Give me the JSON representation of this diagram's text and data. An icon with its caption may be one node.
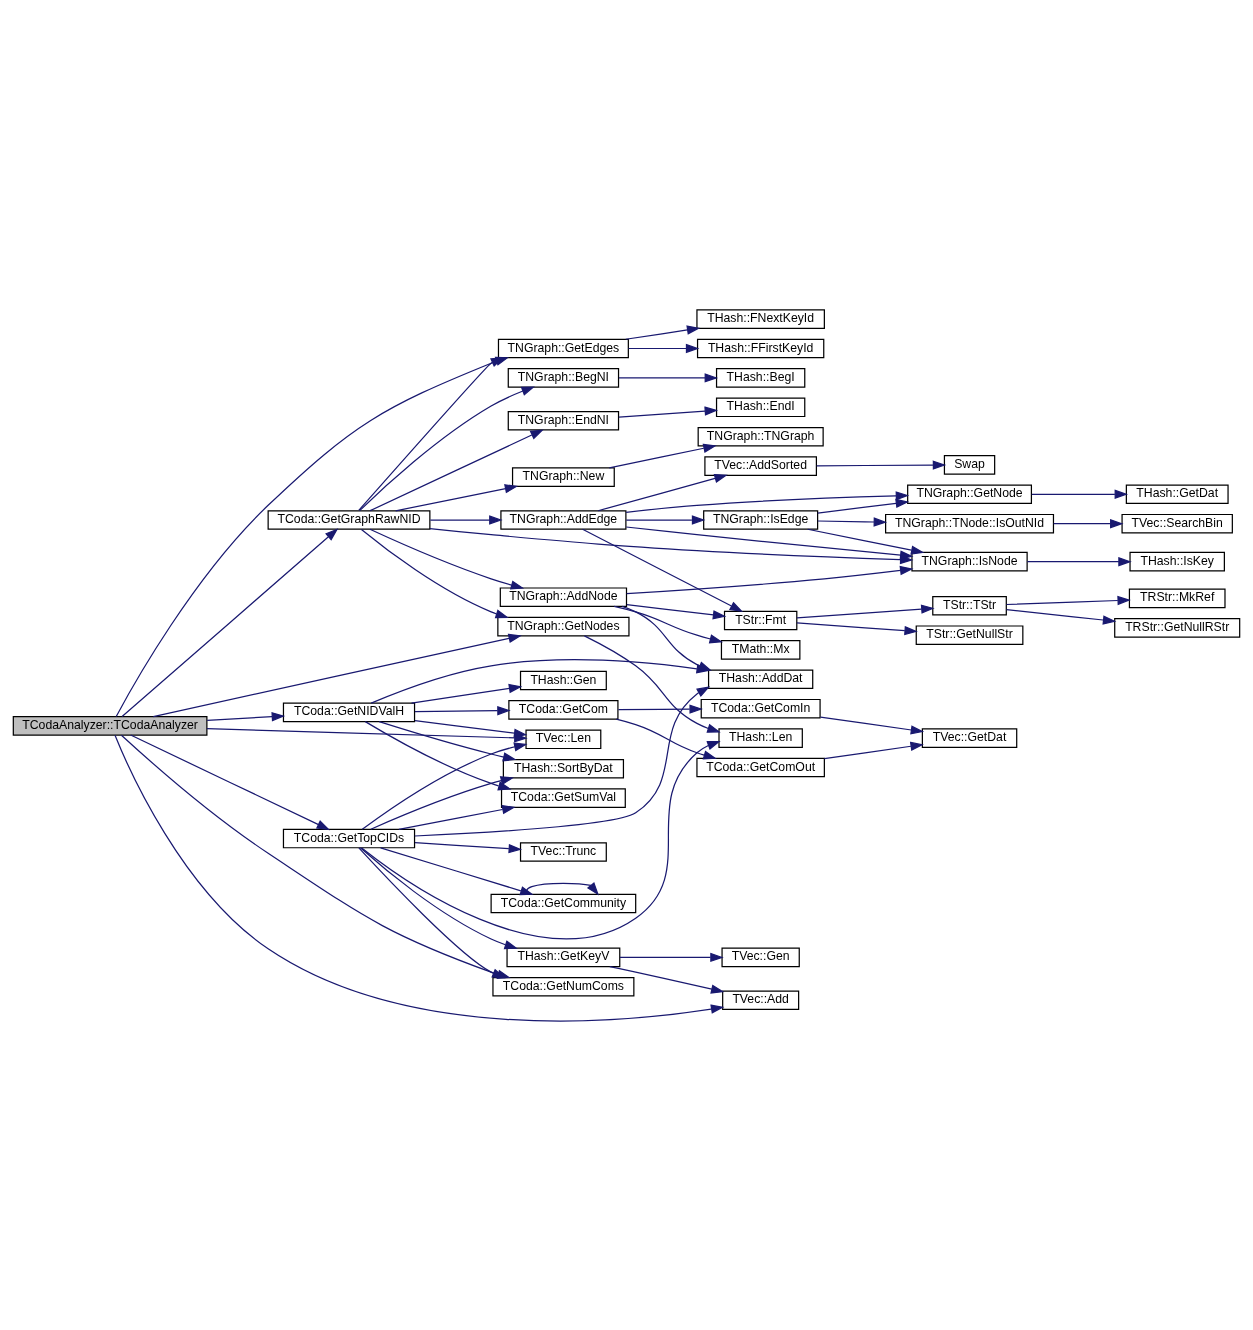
{
  "diagram": {
    "nodes": [
      {
        "text": [
          "TCodaAnalyzer::TCodaAnalyzer"
        ]
      },
      {
        "text": [
          "TCoda::GetGraphRawNID"
        ]
      },
      {
        "text": [
          "TCoda::GetNIDValH"
        ]
      },
      {
        "text": [
          "TCoda::GetTopCIDs"
        ]
      },
      {
        "text": [
          "TNGraph::GetEdges"
        ]
      },
      {
        "text": [
          "TNGraph::BegNI"
        ]
      },
      {
        "text": [
          "TNGraph::EndNI"
        ]
      },
      {
        "text": [
          "TNGraph::New"
        ]
      },
      {
        "text": [
          "TNGraph::AddEdge"
        ]
      },
      {
        "text": [
          "TNGraph::AddNode"
        ]
      },
      {
        "text": [
          "TNGraph::GetNodes"
        ]
      },
      {
        "text": [
          "TCoda::GetCom"
        ]
      },
      {
        "text": [
          "THash::Gen"
        ]
      },
      {
        "text": [
          "THash::SortByDat"
        ]
      },
      {
        "text": [
          "TVec::Len"
        ]
      },
      {
        "text": [
          "TCoda::GetSumVal"
        ]
      },
      {
        "text": [
          "TVec::Trunc"
        ]
      },
      {
        "text": [
          "THash::GetKeyV"
        ]
      },
      {
        "text": [
          "TCoda::GetCommunity"
        ]
      },
      {
        "text": [
          "TCoda::GetNumComs"
        ]
      },
      {
        "text": [
          "THash::FNextKeyId"
        ]
      },
      {
        "text": [
          "THash::FFirstKeyId"
        ]
      },
      {
        "text": [
          "THash::BegI"
        ]
      },
      {
        "text": [
          "THash::EndI"
        ]
      },
      {
        "text": [
          "TNGraph::TNGraph"
        ]
      },
      {
        "text": [
          "TVec::AddSorted"
        ]
      },
      {
        "text": [
          "TNGraph::IsEdge"
        ]
      },
      {
        "text": [
          "TStr::Fmt"
        ]
      },
      {
        "text": [
          "TMath::Mx"
        ]
      },
      {
        "text": [
          "THash::AddDat"
        ]
      },
      {
        "text": [
          "TCoda::GetComIn"
        ]
      },
      {
        "text": [
          "THash::Len"
        ]
      },
      {
        "text": [
          "TCoda::GetComOut"
        ]
      },
      {
        "text": [
          "TVec::Gen"
        ]
      },
      {
        "text": [
          "TVec::Add"
        ]
      },
      {
        "text": [
          "Swap"
        ]
      },
      {
        "text": [
          "TNGraph::GetNode"
        ]
      },
      {
        "text": [
          "TNGraph::TNode::IsOutNId"
        ]
      },
      {
        "text": [
          "TNGraph::IsNode"
        ]
      },
      {
        "text": [
          "TStr::TStr"
        ]
      },
      {
        "text": [
          "TStr::GetNullStr"
        ]
      },
      {
        "text": [
          "TVec::GetDat"
        ]
      },
      {
        "text": [
          "THash::GetDat"
        ]
      },
      {
        "text": [
          "TVec::SearchBin"
        ]
      },
      {
        "text": [
          "THash::IsKey"
        ]
      },
      {
        "text": [
          "TRStr::MkRef"
        ]
      },
      {
        "text": [
          "TRStr::GetNullRStr"
        ]
      }
    ],
    "edges": [
      {
        "from": 0,
        "to": 4,
        "arrow": "to"
      },
      {
        "from": 0,
        "to": 1,
        "arrow": "to"
      },
      {
        "from": 0,
        "to": 10,
        "arrow": "to"
      },
      {
        "from": 0,
        "to": 2,
        "arrow": "to"
      },
      {
        "from": 0,
        "to": 14,
        "arrow": "to"
      },
      {
        "from": 0,
        "to": 3,
        "arrow": "to"
      },
      {
        "from": 0,
        "to": 19,
        "arrow": "to"
      },
      {
        "from": 0,
        "to": 34,
        "arrow": "to"
      },
      {
        "from": 1,
        "to": 4,
        "arrow": "to"
      },
      {
        "from": 1,
        "to": 5,
        "arrow": "to"
      },
      {
        "from": 1,
        "to": 6,
        "arrow": "to"
      },
      {
        "from": 1,
        "to": 7,
        "arrow": "to"
      },
      {
        "from": 1,
        "to": 8,
        "arrow": "to"
      },
      {
        "from": 1,
        "to": 38,
        "arrow": "to"
      },
      {
        "from": 1,
        "to": 9,
        "arrow": "to"
      },
      {
        "from": 1,
        "to": 10,
        "arrow": "to"
      },
      {
        "from": 2,
        "to": 29,
        "arrow": "to"
      },
      {
        "from": 2,
        "to": 11,
        "arrow": "to"
      },
      {
        "from": 2,
        "to": 12,
        "arrow": "to"
      },
      {
        "from": 2,
        "to": 13,
        "arrow": "to"
      },
      {
        "from": 2,
        "to": 14,
        "arrow": "to"
      },
      {
        "from": 2,
        "to": 15,
        "arrow": "to"
      },
      {
        "from": 3,
        "to": 13,
        "arrow": "to"
      },
      {
        "from": 3,
        "to": 14,
        "arrow": "to"
      },
      {
        "from": 3,
        "to": 15,
        "arrow": "to"
      },
      {
        "from": 3,
        "to": 29,
        "arrow": "to"
      },
      {
        "from": 3,
        "to": 31,
        "arrow": "to"
      },
      {
        "from": 3,
        "to": 16,
        "arrow": "to"
      },
      {
        "from": 3,
        "to": 17,
        "arrow": "to"
      },
      {
        "from": 3,
        "to": 18,
        "arrow": "to"
      },
      {
        "from": 3,
        "to": 19,
        "arrow": "to"
      },
      {
        "from": 4,
        "to": 20,
        "arrow": "to"
      },
      {
        "from": 4,
        "to": 21,
        "arrow": "to"
      },
      {
        "from": 5,
        "to": 22,
        "arrow": "to"
      },
      {
        "from": 6,
        "to": 23,
        "arrow": "to"
      },
      {
        "from": 7,
        "to": 24,
        "arrow": "to"
      },
      {
        "from": 8,
        "to": 25,
        "arrow": "to"
      },
      {
        "from": 8,
        "to": 36,
        "arrow": "to"
      },
      {
        "from": 8,
        "to": 26,
        "arrow": "to"
      },
      {
        "from": 8,
        "to": 38,
        "arrow": "to"
      },
      {
        "from": 8,
        "to": 27,
        "arrow": "to"
      },
      {
        "from": 9,
        "to": 38,
        "arrow": "to"
      },
      {
        "from": 9,
        "to": 27,
        "arrow": "to"
      },
      {
        "from": 9,
        "to": 28,
        "arrow": "to"
      },
      {
        "from": 9,
        "to": 29,
        "arrow": "to"
      },
      {
        "from": 10,
        "to": 31,
        "arrow": "to"
      },
      {
        "from": 11,
        "to": 30,
        "arrow": "to"
      },
      {
        "from": 11,
        "to": 32,
        "arrow": "to"
      },
      {
        "from": 17,
        "to": 33,
        "arrow": "to"
      },
      {
        "from": 17,
        "to": 34,
        "arrow": "to"
      },
      {
        "from": 18,
        "to": 18,
        "arrow": "to"
      },
      {
        "from": 25,
        "to": 35,
        "arrow": "to"
      },
      {
        "from": 26,
        "to": 36,
        "arrow": "to"
      },
      {
        "from": 26,
        "to": 37,
        "arrow": "to"
      },
      {
        "from": 26,
        "to": 38,
        "arrow": "to"
      },
      {
        "from": 27,
        "to": 39,
        "arrow": "to"
      },
      {
        "from": 27,
        "to": 40,
        "arrow": "to"
      },
      {
        "from": 30,
        "to": 41,
        "arrow": "to"
      },
      {
        "from": 32,
        "to": 41,
        "arrow": "to"
      },
      {
        "from": 36,
        "to": 42,
        "arrow": "to"
      },
      {
        "from": 37,
        "to": 43,
        "arrow": "to"
      },
      {
        "from": 38,
        "to": 44,
        "arrow": "to"
      },
      {
        "from": 39,
        "to": 45,
        "arrow": "to"
      },
      {
        "from": 39,
        "to": 46,
        "arrow": "to"
      }
    ]
  }
}
